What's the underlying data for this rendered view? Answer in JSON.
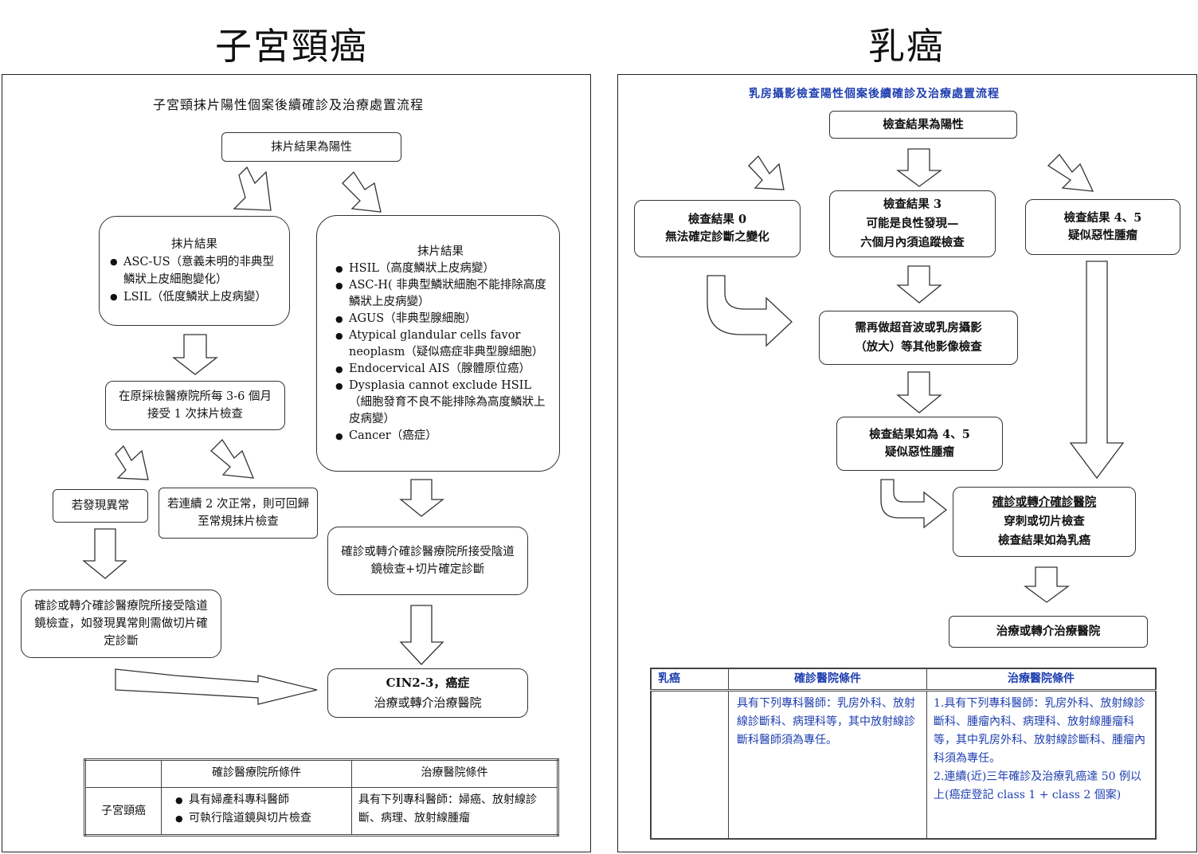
{
  "titles": {
    "left": "子宮頸癌",
    "right": "乳癌"
  },
  "left": {
    "flow_title": "子宮頸抹片陽性個案後續確診及治療處置流程",
    "start": "抹片結果為陽性",
    "low": {
      "heading": "抹片結果",
      "items": [
        "ASC-US（意義未明的非典型鱗狀上皮細胞變化）",
        "LSIL（低度鱗狀上皮病變）"
      ]
    },
    "high": {
      "heading": "抹片結果",
      "items": [
        "HSIL（高度鱗狀上皮病變）",
        "ASC-H( 非典型鱗狀細胞不能排除高度鱗狀上皮病變）",
        "AGUS（非典型腺細胞）",
        "Atypical glandular cells favor neoplasm（疑似癌症非典型腺細胞）",
        "Endocervical AIS（腺體原位癌）",
        "Dysplasia cannot exclude HSIL（細胞發育不良不能排除為高度鱗狀上皮病變）",
        "Cancer（癌症）"
      ]
    },
    "followup": "在原採檢醫療院所每 3-6 個月接受 1 次抹片檢查",
    "abnormal": "若發現異常",
    "normal": "若連續 2 次正常，則可回歸至常規抹片檢查",
    "refer_low": "確診或轉介確診醫療院所接受陰道鏡檢查，如發現異常則需做切片確定診斷",
    "refer_high": "確診或轉介確診醫療院所接受陰道鏡檢查+切片確定診斷",
    "final_line1": "CIN2-3，癌症",
    "final_line2": "治療或轉介治療醫院",
    "table": {
      "h1": "確診醫療院所條件",
      "h2": "治療醫院條件",
      "row_label": "子宮頸癌",
      "c1": [
        "具有婦產科專科醫師",
        "可執行陰道鏡與切片檢查"
      ],
      "c2": "具有下列專科醫師：婦癌、放射線診斷、病理、放射線腫瘤"
    }
  },
  "right": {
    "flow_title": "乳房攝影檢查陽性個案後續確診及治療處置流程",
    "start": "檢查結果為陽性",
    "r0_line1": "檢查結果 0",
    "r0_line2": "無法確定診斷之變化",
    "r3_line1": "檢查結果 3",
    "r3_line2": "可能是良性發現—",
    "r3_line3": "六個月內須追蹤檢查",
    "r45_line1": "檢查結果 4、5",
    "r45_line2": "疑似惡性腫瘤",
    "imaging_line1": "需再做超音波或乳房攝影",
    "imaging_line2": "（放大）等其他影像檢查",
    "if45_line1": "檢查結果如為 4、5",
    "if45_line2": "疑似惡性腫瘤",
    "confirm_line1": "確診或轉介確診醫院",
    "confirm_line2": "穿刺或切片檢查",
    "confirm_line3": "檢查結果如為乳癌",
    "treat": "治療或轉介治療醫院",
    "table": {
      "h0": "乳癌",
      "h1": "確診醫院條件",
      "h2": "治療醫院條件",
      "c1": "具有下列專科醫師：乳房外科、放射線診斷科、病理科等，其中放射線診斷科醫師須為專任。",
      "c2a": "1.具有下列專科醫師：乳房外科、放射線診斷科、腫瘤內科、病理科、放射線腫瘤科等，其中乳房外科、放射線診斷科、腫瘤內科須為專任。",
      "c2b": "2.連續(近)三年確診及治療乳癌達 50 例以上(癌症登記 class 1 + class 2 個案)"
    },
    "colors": {
      "blue": "#1f3fb0"
    }
  }
}
